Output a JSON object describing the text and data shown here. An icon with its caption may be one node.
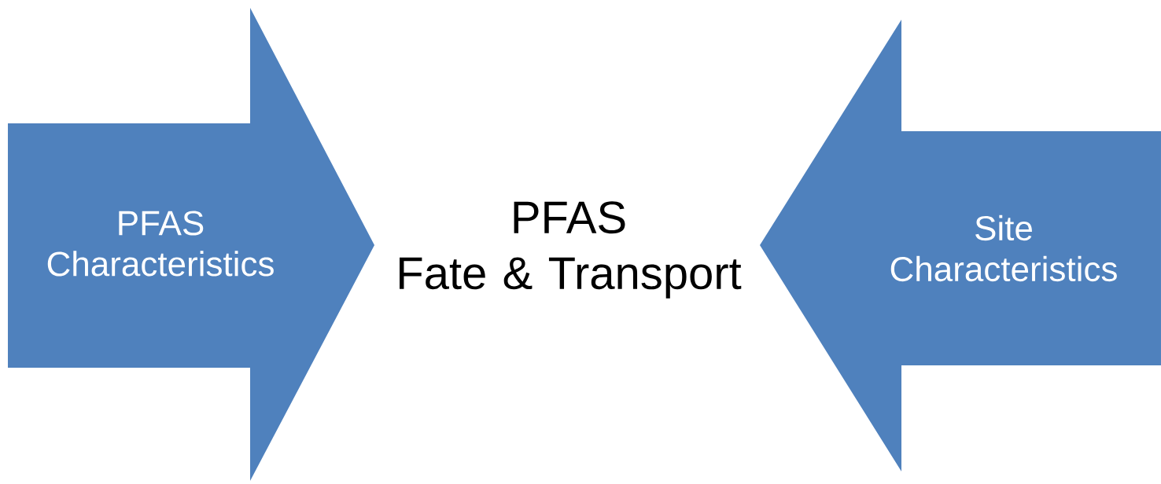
{
  "diagram": {
    "nodes": [
      {
        "text": [
          "PFAS Characteristics"
        ]
      },
      {
        "text": [
          "PFAS",
          "Fate & Transport"
        ]
      },
      {
        "text": [
          "Site Characteristics"
        ]
      }
    ]
  }
}
